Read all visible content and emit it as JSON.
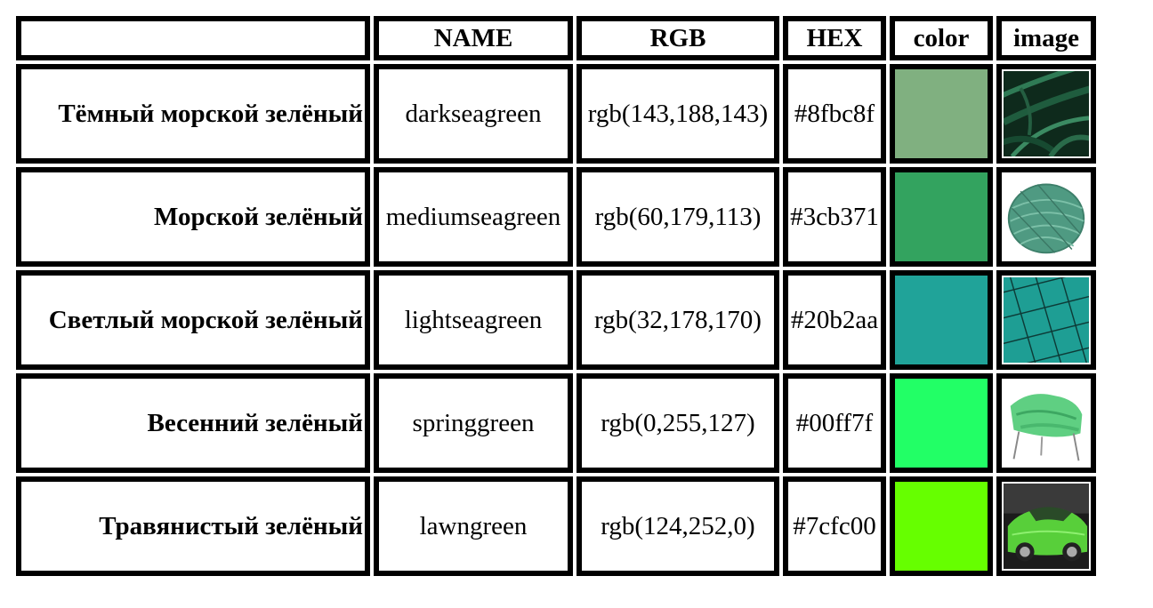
{
  "header": {
    "ru": "",
    "name": "NAME",
    "rgb": "RGB",
    "hex": "HEX",
    "color": "color",
    "image": "image"
  },
  "rows": [
    {
      "ru": "Тёмный морской зелёный",
      "name": "darkseagreen",
      "rgb": "rgb(143,188,143)",
      "hex": "#8fbc8f",
      "swatch": "#80b080",
      "image": "dark-leaves-photo"
    },
    {
      "ru": "Морской зелёный",
      "name": "mediumseagreen",
      "rgb": "rgb(60,179,113)",
      "hex": "#3cb371",
      "swatch": "#33a35f",
      "image": "yarn-ball-photo"
    },
    {
      "ru": "Светлый морской зелёный",
      "name": "lightseagreen",
      "rgb": "rgb(32,178,170)",
      "hex": "#20b2aa",
      "swatch": "#20a399",
      "image": "teal-grid-pattern"
    },
    {
      "ru": "Весенний зелёный",
      "name": "springgreen",
      "rgb": "rgb(0,255,127)",
      "hex": "#00ff7f",
      "swatch": "#22ff66",
      "image": "green-lounge-chair"
    },
    {
      "ru": "Травянистый зелёный",
      "name": "lawngreen",
      "rgb": "rgb(124,252,0)",
      "hex": "#7cfc00",
      "swatch": "#66ff00",
      "image": "lime-green-car"
    }
  ]
}
